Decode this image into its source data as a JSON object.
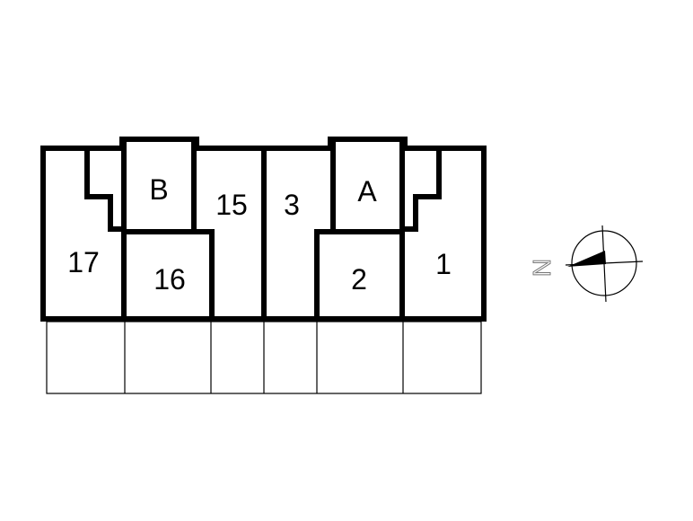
{
  "plan": {
    "units": [
      {
        "id": "17",
        "label": "17"
      },
      {
        "id": "B",
        "label": "B"
      },
      {
        "id": "16",
        "label": "16"
      },
      {
        "id": "15",
        "label": "15"
      },
      {
        "id": "3",
        "label": "3"
      },
      {
        "id": "A",
        "label": "A"
      },
      {
        "id": "2",
        "label": "2"
      },
      {
        "id": "1",
        "label": "1"
      }
    ]
  },
  "compass": {
    "label": "N",
    "icon": "north-arrow-icon"
  }
}
